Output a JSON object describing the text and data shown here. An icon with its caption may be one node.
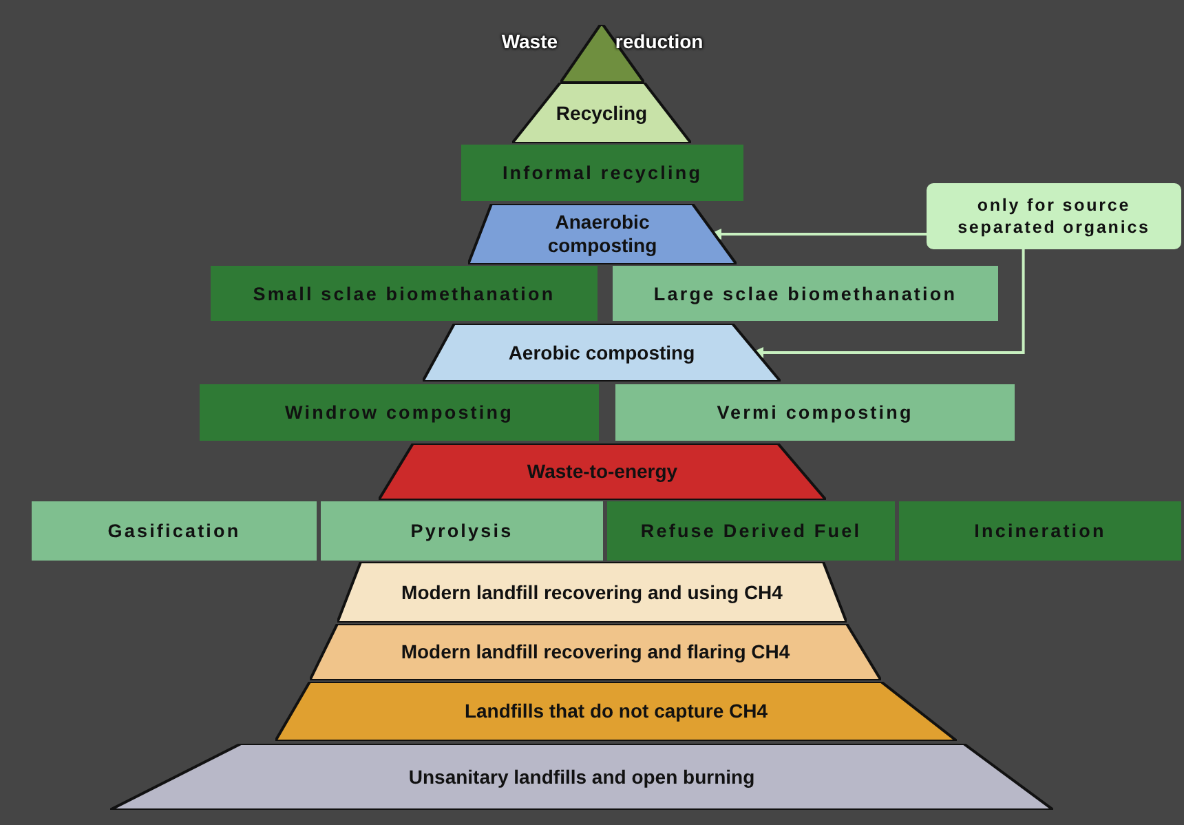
{
  "diagram": {
    "nodes": [
      {
        "text": [
          "Waste reduction"
        ]
      },
      {
        "text": [
          "Recycling"
        ]
      },
      {
        "text": [
          "Informal recycling"
        ]
      },
      {
        "text": [
          "Anaerobic composting"
        ]
      },
      {
        "text": [
          "Small sclae biomethanation"
        ]
      },
      {
        "text": [
          "Large sclae biomethanation"
        ]
      },
      {
        "text": [
          "Aerobic composting"
        ]
      },
      {
        "text": [
          "Windrow composting"
        ]
      },
      {
        "text": [
          "Vermi composting"
        ]
      },
      {
        "text": [
          "Waste-to-energy"
        ]
      },
      {
        "text": [
          "Gasification"
        ]
      },
      {
        "text": [
          "Pyrolysis"
        ]
      },
      {
        "text": [
          "Refuse Derived Fuel"
        ]
      },
      {
        "text": [
          "Incineration"
        ]
      },
      {
        "text": [
          "Modern landfill recovering and using CH4"
        ]
      },
      {
        "text": [
          "Modern landfill recovering and flaring CH4"
        ]
      },
      {
        "text": [
          "Landfills that do not capture CH4"
        ]
      },
      {
        "text": [
          "Unsanitary landfills and open burning"
        ]
      },
      {
        "text": [
          "only for source separated organics"
        ]
      }
    ],
    "edges": [
      {
        "from": 18,
        "to": 3,
        "arrow": "to"
      },
      {
        "from": 18,
        "to": 6,
        "arrow": "to"
      }
    ]
  }
}
